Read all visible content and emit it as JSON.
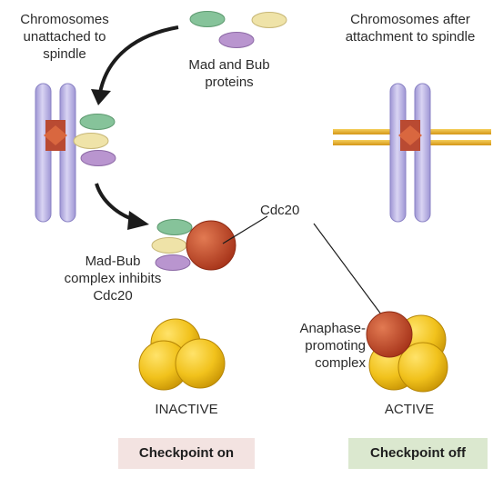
{
  "labels": {
    "chromosomes_unattached": "Chromosomes unattached to spindle",
    "mad_bub_proteins": "Mad and Bub proteins",
    "chromosomes_attached": "Chromosomes after attachment to spindle",
    "cdc20": "Cdc20",
    "mad_bub_complex": "Mad-Bub complex inhibits Cdc20",
    "apc": "Anaphase-promoting complex"
  },
  "states": {
    "inactive": "INACTIVE",
    "active": "ACTIVE"
  },
  "checkpoints": {
    "on": {
      "label": "Checkpoint on",
      "color": "#f3e3e1"
    },
    "off": {
      "label": "Checkpoint off",
      "color": "#dbe8cf"
    }
  },
  "colors": {
    "chromosome": "#b9b2e3",
    "centromere": "#b94a32",
    "mad_green": "#86c39a",
    "bub_cream": "#efe3a8",
    "mad_purple": "#b995cf",
    "cdc20": "#c44a28",
    "apc_yellow": "#e8b80e",
    "spindle": "#e2a526"
  }
}
